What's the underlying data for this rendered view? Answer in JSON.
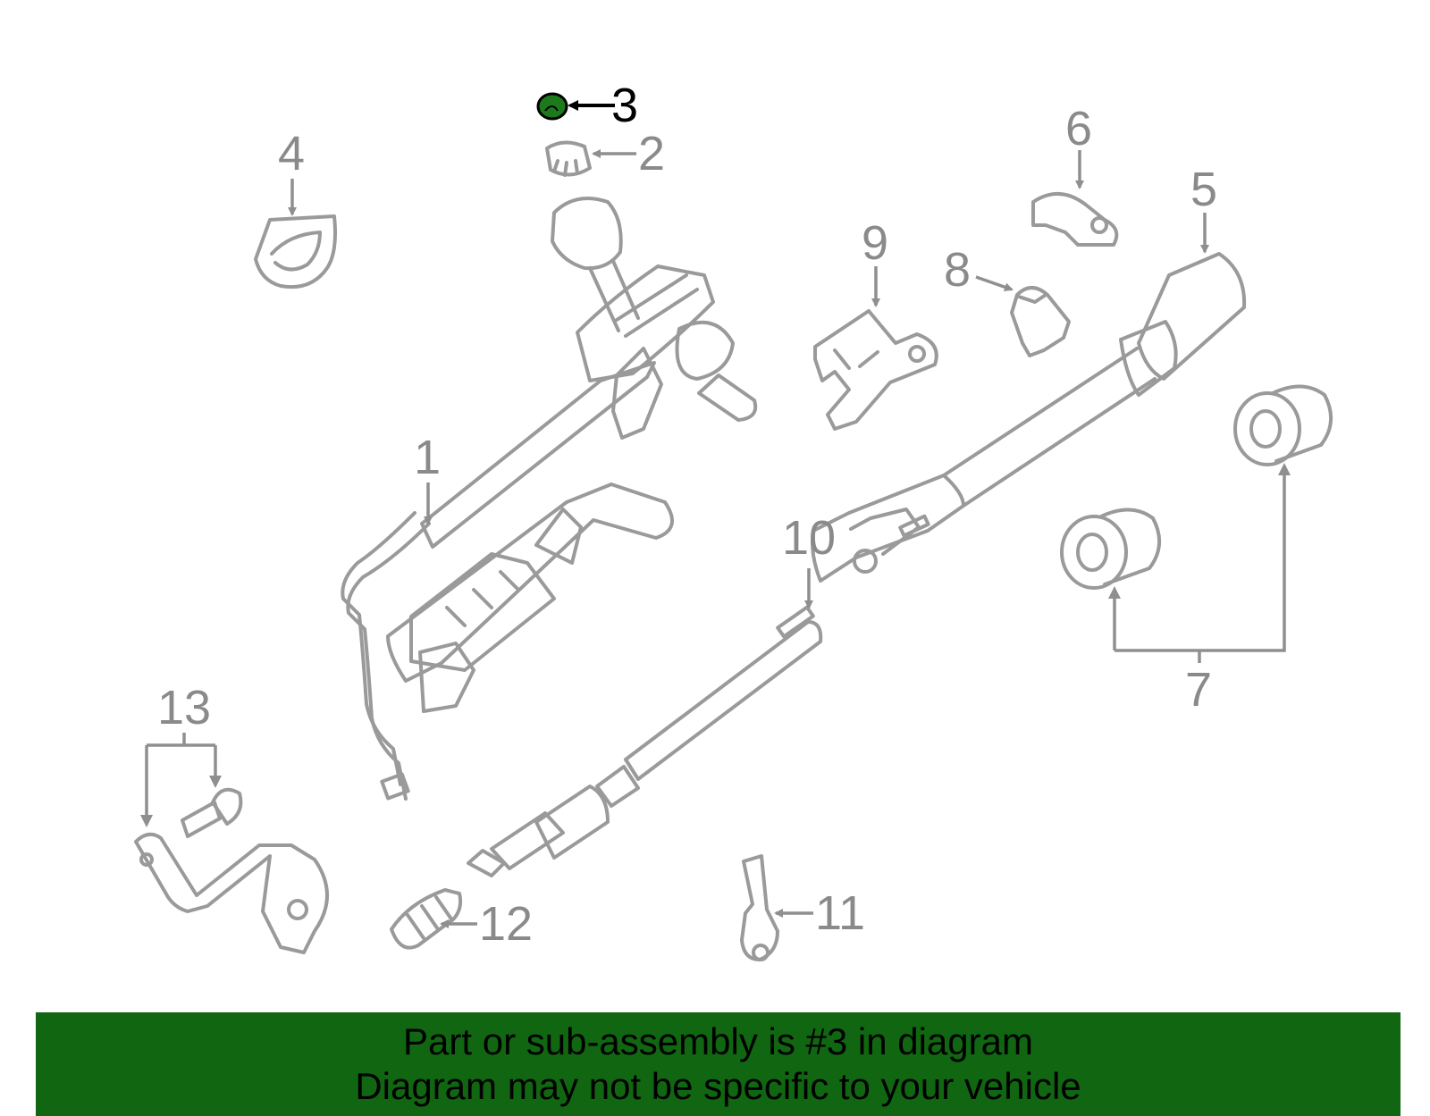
{
  "colors": {
    "part_line": "#9a9a9a",
    "highlight_part": "#1c7a1c",
    "banner_bg": "#116611",
    "banner_text": "#000000"
  },
  "callouts": [
    {
      "id": "1",
      "label": "1"
    },
    {
      "id": "2",
      "label": "2"
    },
    {
      "id": "3",
      "label": "3",
      "highlighted": true
    },
    {
      "id": "4",
      "label": "4"
    },
    {
      "id": "5",
      "label": "5"
    },
    {
      "id": "6",
      "label": "6"
    },
    {
      "id": "7",
      "label": "7"
    },
    {
      "id": "8",
      "label": "8"
    },
    {
      "id": "9",
      "label": "9"
    },
    {
      "id": "10",
      "label": "10"
    },
    {
      "id": "11",
      "label": "11"
    },
    {
      "id": "12",
      "label": "12"
    },
    {
      "id": "13",
      "label": "13"
    }
  ],
  "banner": {
    "line1": "Part or sub-assembly is #3 in diagram",
    "line2": "Diagram may not be specific to your vehicle"
  }
}
